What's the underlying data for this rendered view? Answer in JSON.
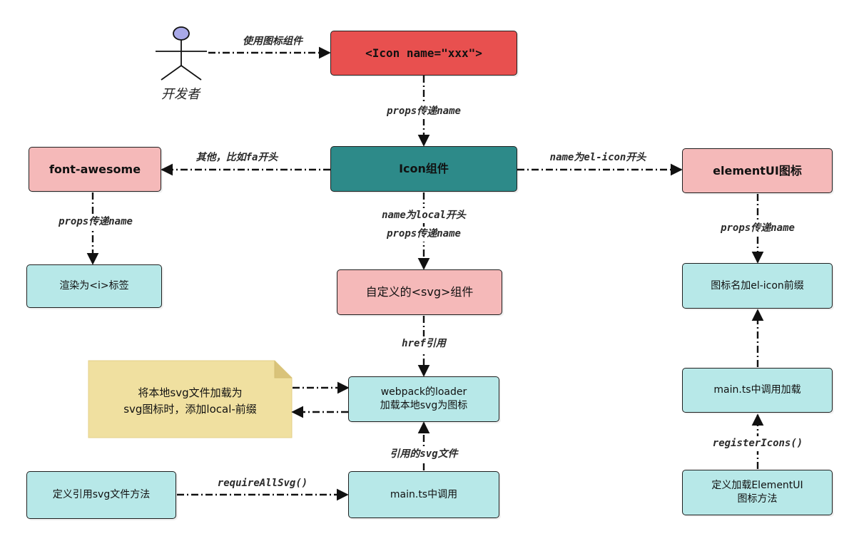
{
  "actor": {
    "label": "开发者"
  },
  "nodes": {
    "icon_tag": "<Icon name=\"xxx\">",
    "icon_component": "Icon组件",
    "font_awesome": "font-awesome",
    "element_ui_icon": "elementUI图标",
    "render_i_tag": "渲染为<i>标签",
    "custom_svg_component": "自定义的<svg>组件",
    "prefix_el_icon": "图标名加el-icon前缀",
    "webpack_loader": [
      "webpack的loader",
      "加载本地svg为图标"
    ],
    "main_ts_load": "main.ts中调用加载",
    "define_require_method": "定义引用svg文件方法",
    "main_ts_call": "main.ts中调用",
    "define_element_ui_method": [
      "定义加载ElementUI",
      "图标方法"
    ]
  },
  "note": [
    "将本地svg文件加载为",
    "svg图标时，添加local-前缀"
  ],
  "edges": {
    "use_icon_component": "使用图标组件",
    "props_pass_name_1": "props传递name",
    "others_fa": "其他，比如fa开头",
    "name_el_icon": "name为el-icon开头",
    "props_pass_name_2": "props传递name",
    "name_local": "name为local开头",
    "props_pass_name_3": "props传递name",
    "props_pass_name_4": "props传递name",
    "href_ref": "href引用",
    "referenced_svg": "引用的svg文件",
    "require_all_svg": "requireAllSvg()",
    "register_icons": "registerIcons()"
  },
  "colors": {
    "red": "#e8504f",
    "teal": "#2d8a89",
    "pink": "#f5b9b9",
    "cyan": "#b7e8e8",
    "note_yellow": "#f0e0a0",
    "actor_head": "#a9a9e8"
  }
}
